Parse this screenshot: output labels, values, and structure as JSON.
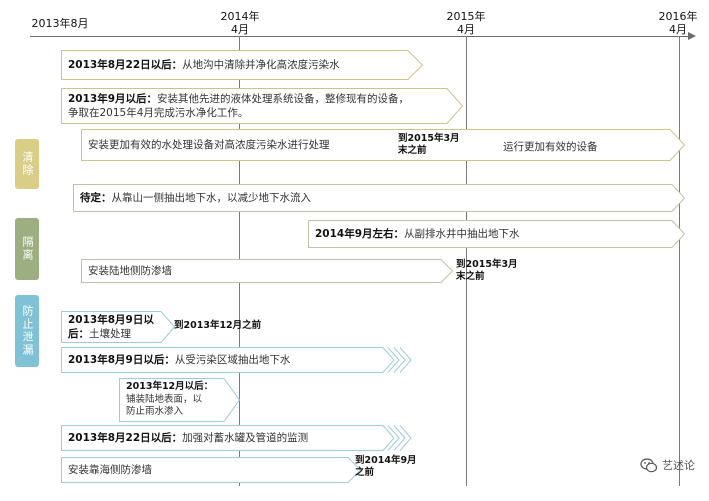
{
  "axis": {
    "ticks": [
      {
        "id": "2013-08",
        "label": "2013年8月"
      },
      {
        "id": "2014-04",
        "line1": "2014年",
        "line2": "4月"
      },
      {
        "id": "2015-04",
        "line1": "2015年",
        "line2": "4月"
      },
      {
        "id": "2016-04",
        "line1": "2016年",
        "line2": "4月"
      }
    ]
  },
  "categories": [
    {
      "label": "清除",
      "color": "#d8ce87"
    },
    {
      "label": "隔离",
      "color": "#9dae80"
    },
    {
      "label": "防止泄漏",
      "color": "#7fc2d6"
    }
  ],
  "tasks": [
    {
      "prefix": "2013年8月22日以后：",
      "text": "从地沟中清除并净化高浓度污染水"
    },
    {
      "prefix": "2013年9月以后：",
      "text": "安装其他先进的液体处理系统设备，整修现有的设备，",
      "text2": "争取在2015年4月完成污水净化工作。"
    },
    {
      "text": "安装更加有效的水处理设备对高浓度污染水进行处理",
      "deadline1": "到2015年3月",
      "deadline2": "末之前",
      "text_after": "运行更加有效的设备"
    },
    {
      "prefix": "待定：",
      "text": "从靠山一侧抽出地下水，以减少地下水流入"
    },
    {
      "prefix": "2014年9月左右：",
      "text": "从副排水井中抽出地下水"
    },
    {
      "text": "安装陆地侧防渗墙",
      "deadline1": "到2015年3月",
      "deadline2": "末之前"
    },
    {
      "prefix": "2013年8月9日以",
      "prefix2": "后：",
      "text": "土壤处理",
      "deadline": "到2013年12月之前"
    },
    {
      "prefix": "2013年8月9日以后：",
      "text": "从受污染区域抽出地下水"
    },
    {
      "prefix": "2013年12月以后：",
      "text": "铺装陆地表面，以",
      "text2": "防止雨水渗入"
    },
    {
      "prefix": "2013年8月22日以后：",
      "text": "加强对蓄水罐及管道的监测"
    },
    {
      "text": "安装靠海侧防渗墙",
      "deadline1": "到2014年9月",
      "deadline2": "之前"
    }
  ],
  "watermark": {
    "icon": "wechat-icon",
    "text": "艺述论"
  }
}
